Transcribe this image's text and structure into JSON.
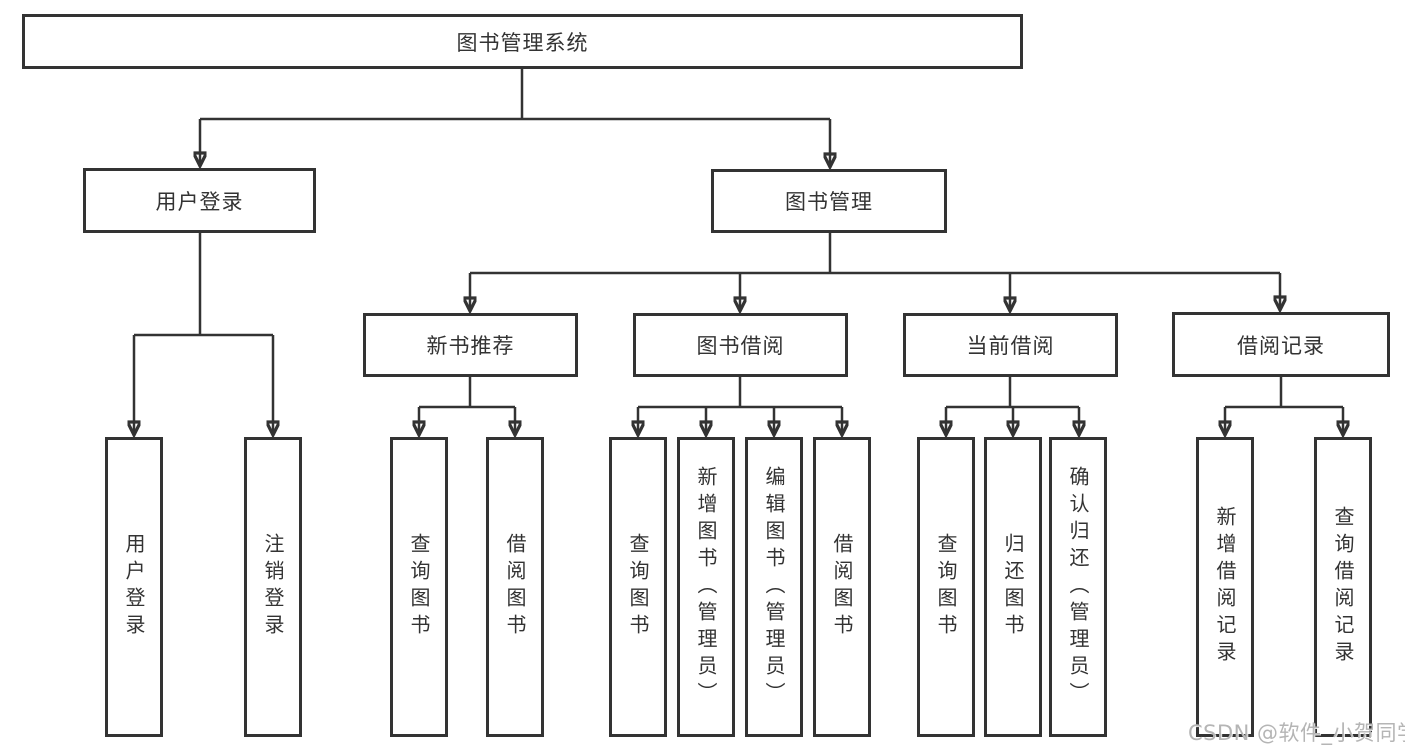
{
  "diagram_title": "图书管理系统",
  "watermark": "CSDN @软件_小贺同学",
  "colors": {
    "line": "#333333",
    "text": "#333333",
    "box_background": "#ffffff",
    "watermark": "#b5b5b5"
  },
  "nodes": {
    "root": {
      "label": "图书管理系统"
    },
    "user_login": {
      "label": "用户登录"
    },
    "book_management": {
      "label": "图书管理"
    },
    "new_book_recommend": {
      "label": "新书推荐"
    },
    "book_borrow": {
      "label": "图书借阅"
    },
    "current_borrow": {
      "label": "当前借阅"
    },
    "borrow_records": {
      "label": "借阅记录"
    },
    "leaf_user_login": {
      "label": "用户登录"
    },
    "leaf_logout": {
      "label": "注销登录"
    },
    "leaf_nb_query_books": {
      "label": "查询图书"
    },
    "leaf_nb_borrow_books": {
      "label": "借阅图书"
    },
    "leaf_bb_query_books": {
      "label": "查询图书"
    },
    "leaf_bb_add_books": {
      "label": "新增图书（管理员）"
    },
    "leaf_bb_edit_books": {
      "label": "编辑图书（管理员）"
    },
    "leaf_bb_borrow_books": {
      "label": "借阅图书"
    },
    "leaf_cb_query_books": {
      "label": "查询图书"
    },
    "leaf_cb_return_books": {
      "label": "归还图书"
    },
    "leaf_cb_confirm_return": {
      "label": "确认归还（管理员）"
    },
    "leaf_br_add_record": {
      "label": "新增借阅记录"
    },
    "leaf_br_query_record": {
      "label": "查询借阅记录"
    }
  },
  "hierarchy": {
    "图书管理系统": {
      "用户登录": [
        "用户登录",
        "注销登录"
      ],
      "图书管理": {
        "新书推荐": [
          "查询图书",
          "借阅图书"
        ],
        "图书借阅": [
          "查询图书",
          "新增图书（管理员）",
          "编辑图书（管理员）",
          "借阅图书"
        ],
        "当前借阅": [
          "查询图书",
          "归还图书",
          "确认归还（管理员）"
        ],
        "借阅记录": [
          "新增借阅记录",
          "查询借阅记录"
        ]
      }
    }
  }
}
